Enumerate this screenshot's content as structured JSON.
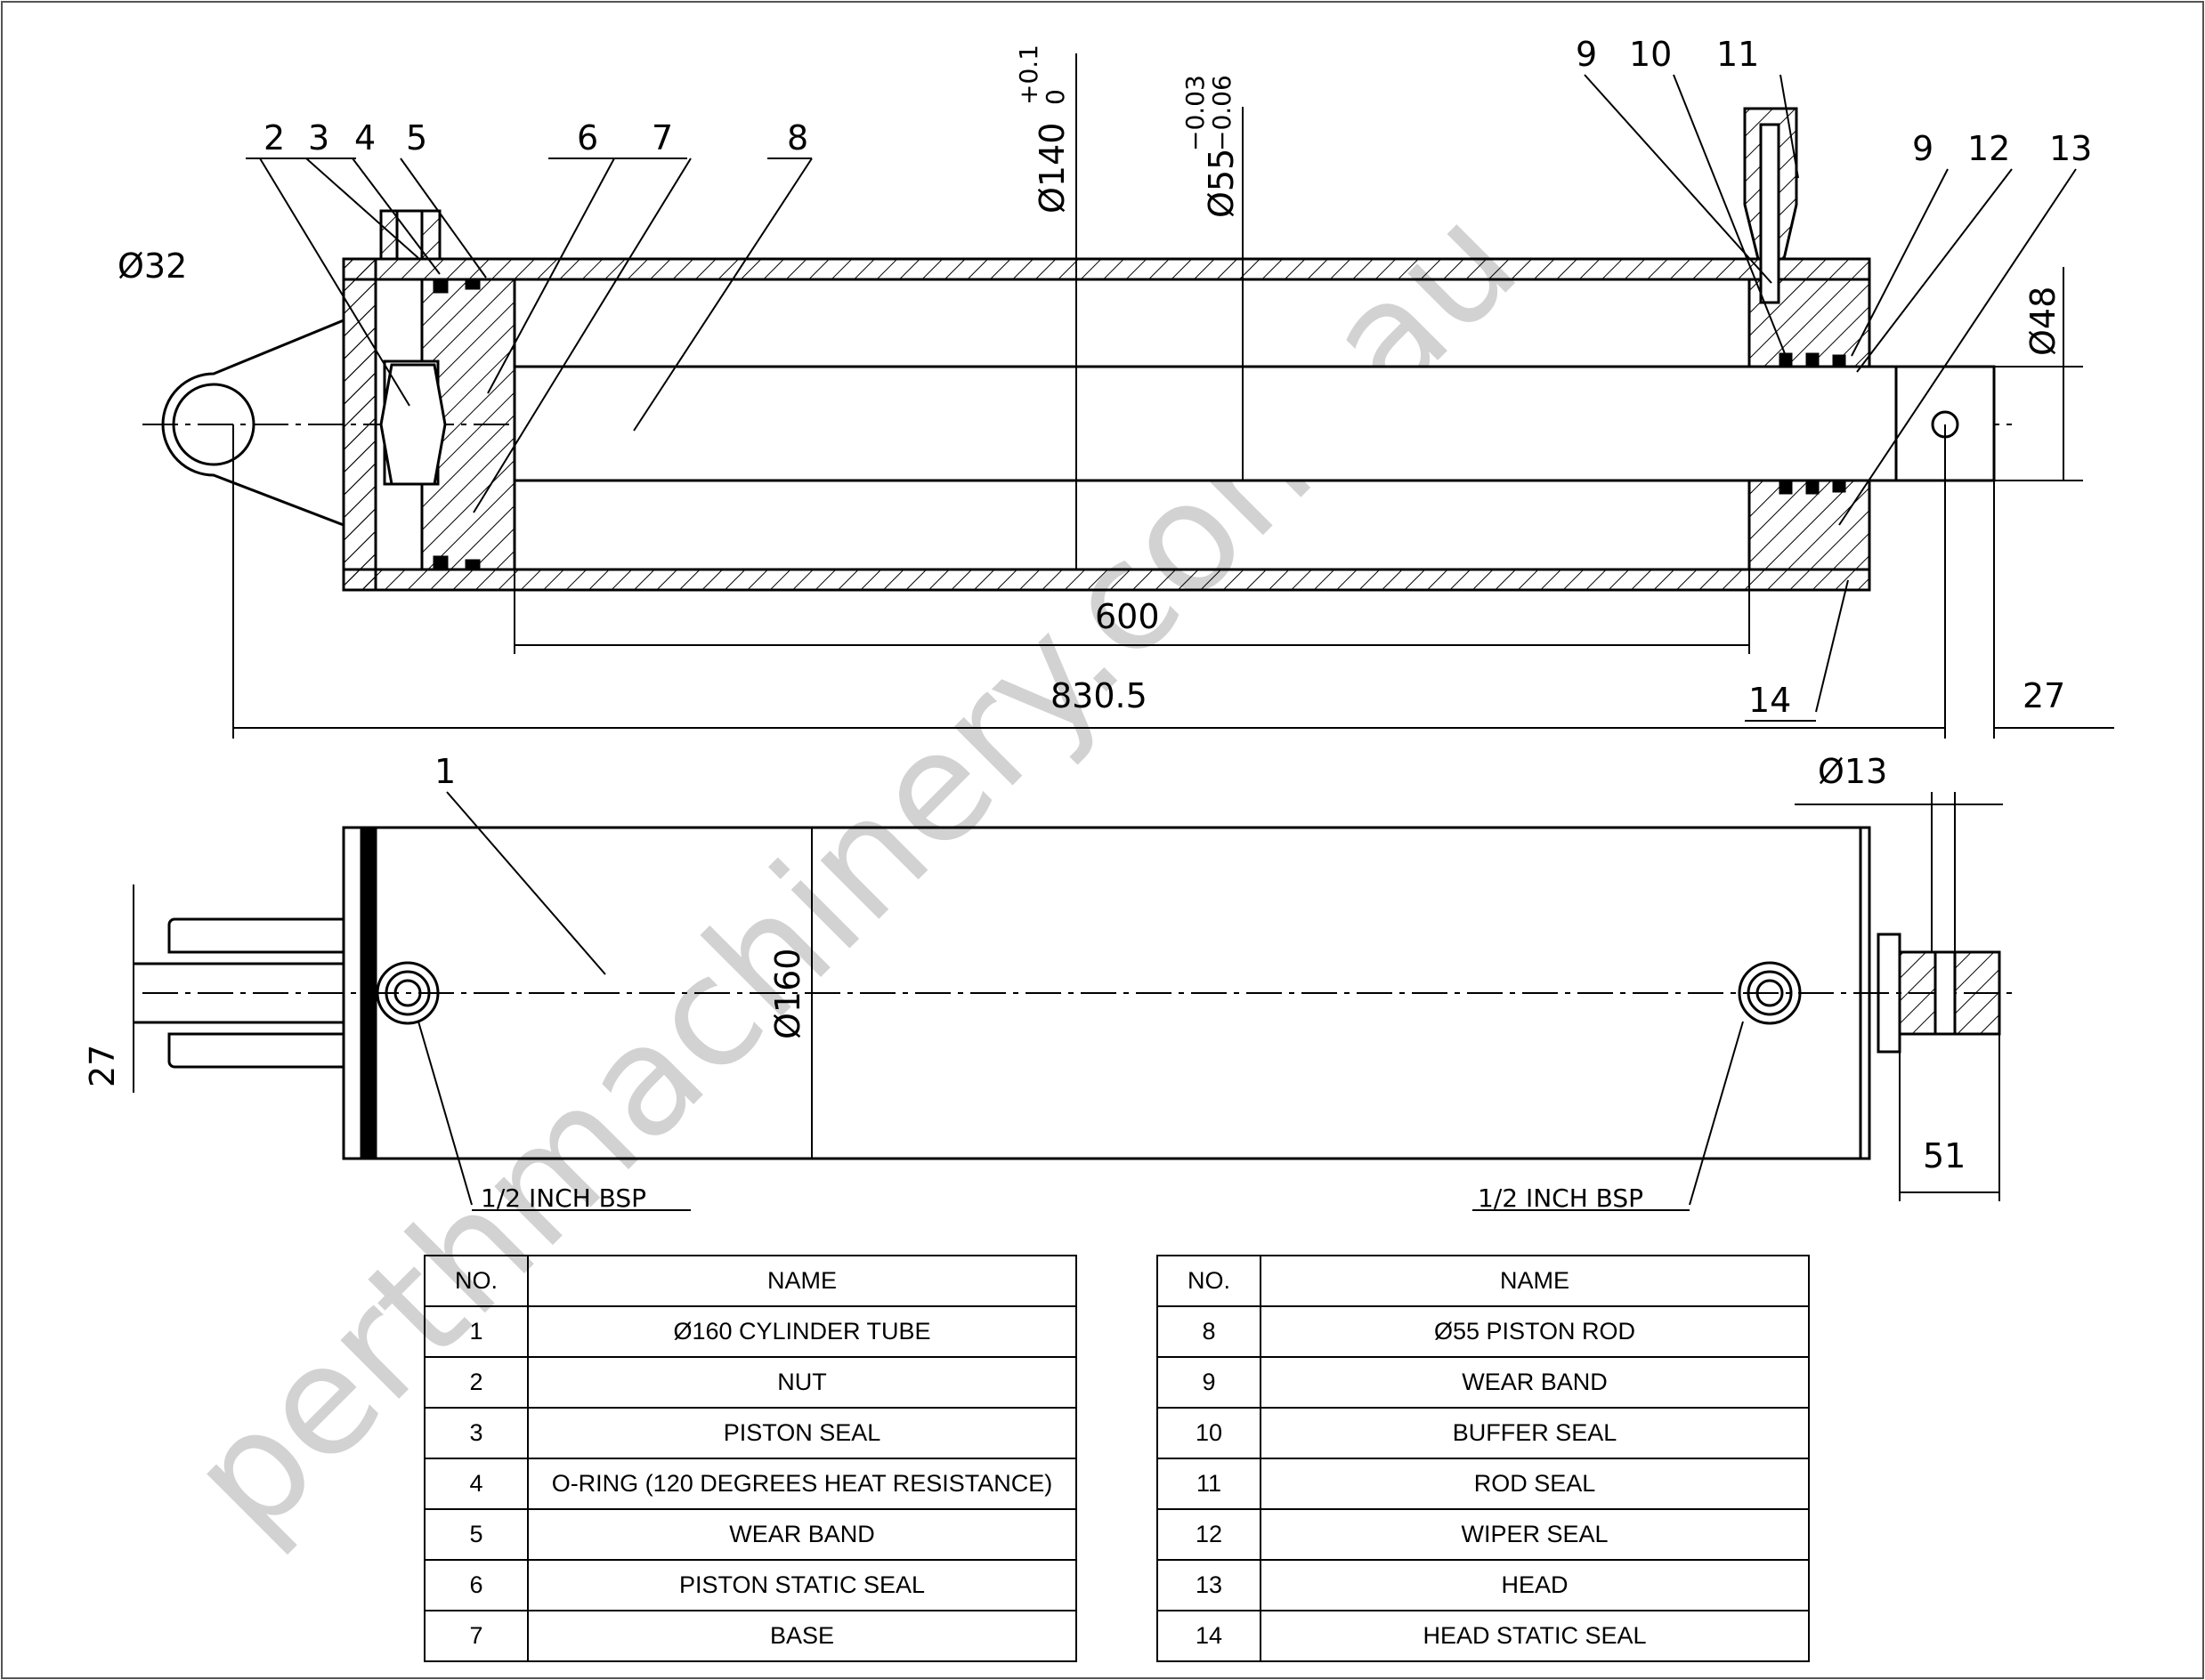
{
  "labels": {
    "bore_tol_upper": "+0.1",
    "bore_tol_lower": "0",
    "bore": "Ø140",
    "rod_tol_upper": "−0.03",
    "rod_tol_lower": "−0.06",
    "rod": "Ø55",
    "eye": "Ø32",
    "rod_end": "Ø48",
    "stroke": "600",
    "overall": "830.5",
    "pin_offset": "27",
    "tube": "Ø160",
    "pin_hole": "Ø13",
    "eye_width": "27",
    "clevis_width": "51",
    "port_left": "1/2 INCH BSP",
    "port_right": "1/2 INCH BSP"
  },
  "callouts": [
    "1",
    "2",
    "3",
    "4",
    "5",
    "6",
    "7",
    "8",
    "9",
    "10",
    "11",
    "9",
    "12",
    "13",
    "14"
  ],
  "watermark": "perthmachinery.com.au",
  "table_header": {
    "no": "NO.",
    "name": "NAME"
  },
  "parts_left": [
    {
      "no": "1",
      "name": "Ø160 CYLINDER TUBE"
    },
    {
      "no": "2",
      "name": "NUT"
    },
    {
      "no": "3",
      "name": "PISTON SEAL"
    },
    {
      "no": "4",
      "name": "O-RING (120 DEGREES HEAT RESISTANCE)"
    },
    {
      "no": "5",
      "name": "WEAR BAND"
    },
    {
      "no": "6",
      "name": "PISTON STATIC SEAL"
    },
    {
      "no": "7",
      "name": "BASE"
    }
  ],
  "parts_right": [
    {
      "no": "8",
      "name": "Ø55 PISTON ROD"
    },
    {
      "no": "9",
      "name": "WEAR BAND"
    },
    {
      "no": "10",
      "name": "BUFFER SEAL"
    },
    {
      "no": "11",
      "name": "ROD SEAL"
    },
    {
      "no": "12",
      "name": "WIPER SEAL"
    },
    {
      "no": "13",
      "name": "HEAD"
    },
    {
      "no": "14",
      "name": "HEAD STATIC SEAL"
    }
  ]
}
